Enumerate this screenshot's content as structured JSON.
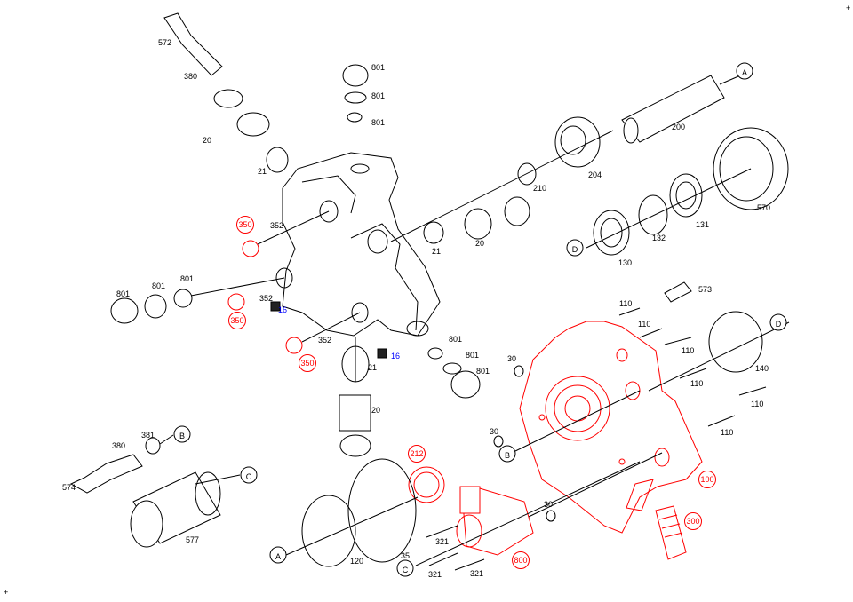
{
  "title": "Exploded parts diagram - high pressure pump",
  "colors": {
    "standard": "#000000",
    "highlighted": "#ff0000",
    "note": "#0000ff"
  },
  "labels": [
    {
      "text": "572",
      "kind": "plain"
    },
    {
      "text": "380",
      "kind": "plain"
    },
    {
      "text": "20",
      "kind": "plain"
    },
    {
      "text": "21",
      "kind": "plain"
    },
    {
      "text": "801",
      "kind": "plain"
    },
    {
      "text": "801",
      "kind": "plain"
    },
    {
      "text": "801",
      "kind": "plain"
    },
    {
      "text": "350",
      "kind": "red-circled"
    },
    {
      "text": "352",
      "kind": "plain"
    },
    {
      "text": "801",
      "kind": "plain"
    },
    {
      "text": "801",
      "kind": "plain"
    },
    {
      "text": "801",
      "kind": "plain"
    },
    {
      "text": "350",
      "kind": "red-circled"
    },
    {
      "text": "352",
      "kind": "plain"
    },
    {
      "text": "16",
      "kind": "blue"
    },
    {
      "text": "350",
      "kind": "red-circled"
    },
    {
      "text": "352",
      "kind": "plain"
    },
    {
      "text": "16",
      "kind": "blue"
    },
    {
      "text": "21",
      "kind": "plain"
    },
    {
      "text": "20",
      "kind": "plain"
    },
    {
      "text": "801",
      "kind": "plain"
    },
    {
      "text": "801",
      "kind": "plain"
    },
    {
      "text": "801",
      "kind": "plain"
    },
    {
      "text": "30",
      "kind": "plain"
    },
    {
      "text": "210",
      "kind": "plain"
    },
    {
      "text": "204",
      "kind": "plain"
    },
    {
      "text": "200",
      "kind": "plain"
    },
    {
      "text": "A",
      "kind": "ref"
    },
    {
      "text": "570",
      "kind": "plain"
    },
    {
      "text": "131",
      "kind": "plain"
    },
    {
      "text": "132",
      "kind": "plain"
    },
    {
      "text": "130",
      "kind": "plain"
    },
    {
      "text": "D",
      "kind": "ref"
    },
    {
      "text": "20",
      "kind": "plain"
    },
    {
      "text": "21",
      "kind": "plain"
    },
    {
      "text": "573",
      "kind": "plain"
    },
    {
      "text": "110",
      "kind": "plain"
    },
    {
      "text": "110",
      "kind": "plain"
    },
    {
      "text": "110",
      "kind": "plain"
    },
    {
      "text": "110",
      "kind": "plain"
    },
    {
      "text": "110",
      "kind": "plain"
    },
    {
      "text": "110",
      "kind": "plain"
    },
    {
      "text": "D",
      "kind": "ref"
    },
    {
      "text": "140",
      "kind": "plain"
    },
    {
      "text": "30",
      "kind": "plain"
    },
    {
      "text": "B",
      "kind": "ref"
    },
    {
      "text": "212",
      "kind": "red-circled"
    },
    {
      "text": "100",
      "kind": "red-circled"
    },
    {
      "text": "300",
      "kind": "red-circled"
    },
    {
      "text": "800",
      "kind": "red-circled"
    },
    {
      "text": "30",
      "kind": "plain"
    },
    {
      "text": "35",
      "kind": "plain"
    },
    {
      "text": "C",
      "kind": "ref"
    },
    {
      "text": "321",
      "kind": "plain"
    },
    {
      "text": "321",
      "kind": "plain"
    },
    {
      "text": "321",
      "kind": "plain"
    },
    {
      "text": "120",
      "kind": "plain"
    },
    {
      "text": "A",
      "kind": "ref"
    },
    {
      "text": "577",
      "kind": "plain"
    },
    {
      "text": "C",
      "kind": "ref"
    },
    {
      "text": "381",
      "kind": "plain"
    },
    {
      "text": "380",
      "kind": "plain"
    },
    {
      "text": "B",
      "kind": "ref"
    },
    {
      "text": "574",
      "kind": "plain"
    }
  ]
}
